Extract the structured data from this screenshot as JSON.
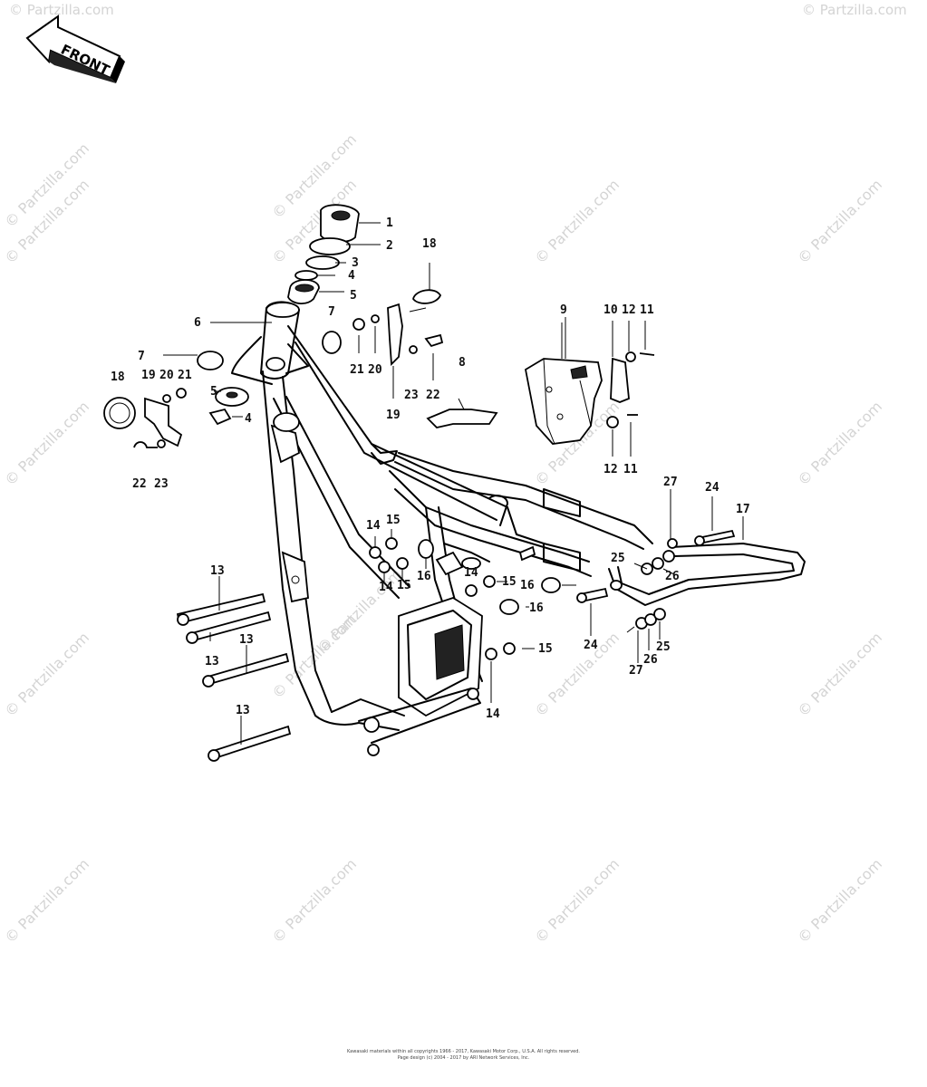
{
  "front_label": "FRONT",
  "watermark": "© Partzilla.com",
  "copyright": {
    "line1": "Kawasaki materials within all copyrights 1966 - 2017, Kawasaki Motor Corp., U.S.A. All rights reserved.",
    "line2": "Page design (c) 2004 - 2017 by ARI Network Services, Inc."
  },
  "callouts": {
    "c1": "1",
    "c2": "2",
    "c3": "3",
    "c4a": "4",
    "c5a": "5",
    "c6": "6",
    "c7a": "7",
    "c7b": "7",
    "c18a": "18",
    "c18b": "18",
    "c19a": "19",
    "c20a": "20",
    "c21a": "21",
    "c4b": "4",
    "c5b": "5",
    "c22a": "22",
    "c23a": "23",
    "c21b": "21",
    "c20b": "20",
    "c19b": "19",
    "c23b": "23",
    "c22b": "22",
    "c8": "8",
    "c9": "9",
    "c10": "10",
    "c12a": "12",
    "c11a": "11",
    "c12b": "12",
    "c11b": "11",
    "c13a": "13",
    "c13b": "13",
    "c13c": "13",
    "c13d": "13",
    "c14a": "14",
    "c15a": "15",
    "c14b": "14",
    "c15b": "15",
    "c16a": "16",
    "c14c": "14",
    "c15c": "15",
    "c16b": "16",
    "c16c": "16",
    "c15d": "15",
    "c14d": "14",
    "c27a": "27",
    "c24a": "24",
    "c17": "17",
    "c25a": "25",
    "c26a": "26",
    "c24b": "24",
    "c27b": "27",
    "c26b": "26",
    "c25b": "25"
  }
}
